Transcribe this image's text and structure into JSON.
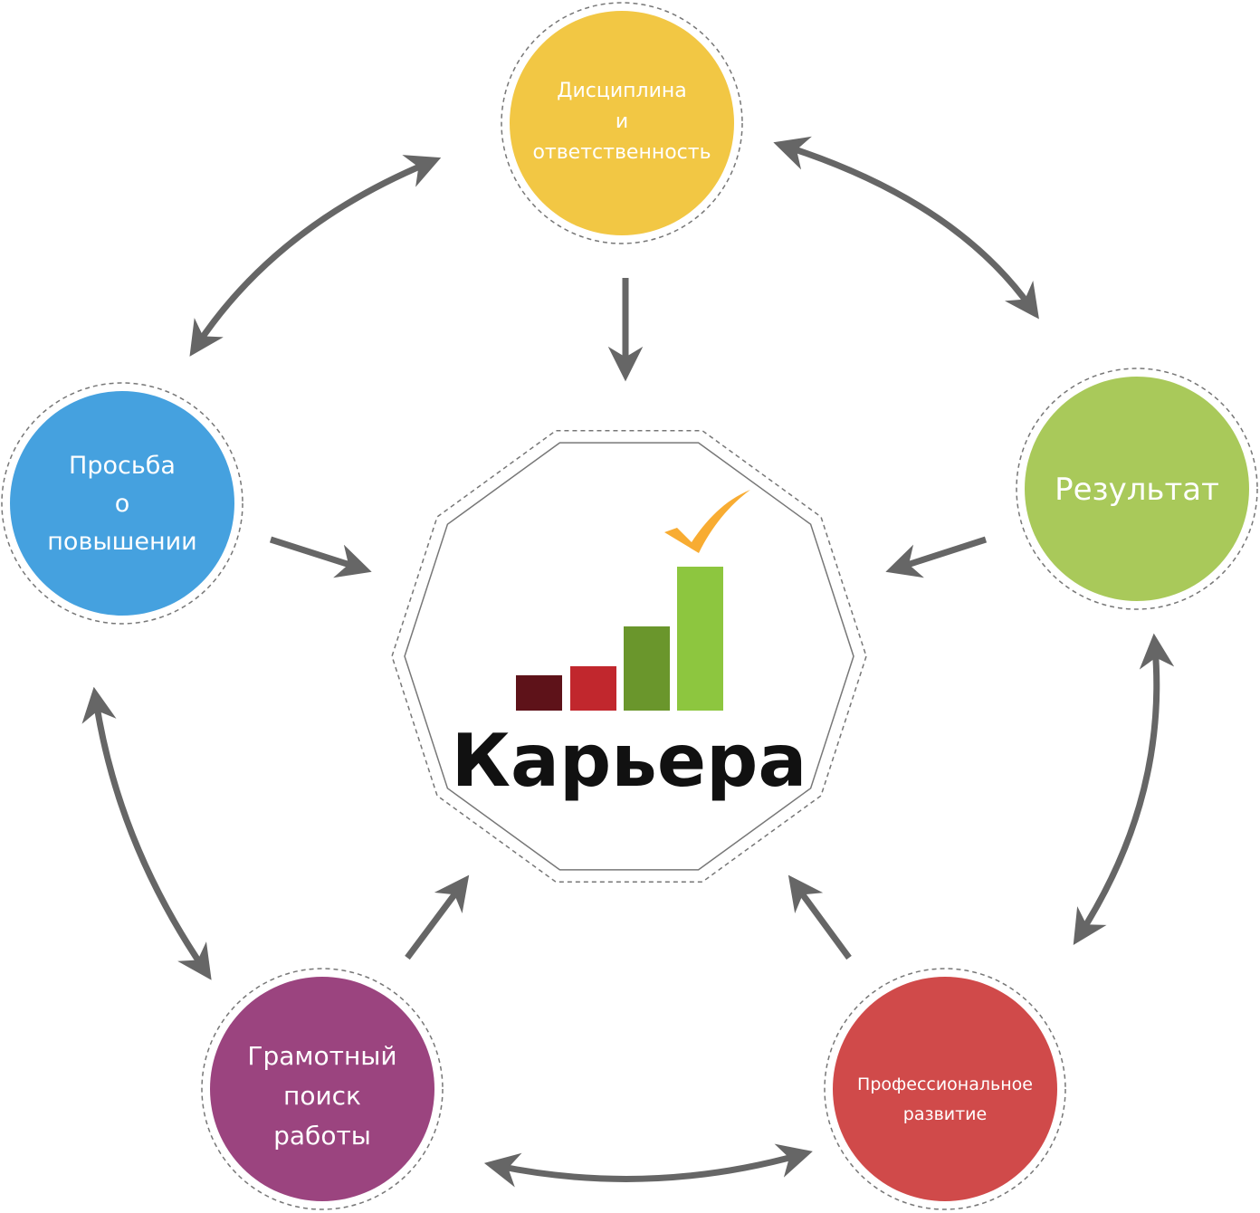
{
  "diagram": {
    "center": {
      "title": "Карьера",
      "bar_colors": [
        "#5e1219",
        "#c1272d",
        "#6a962c",
        "#8dc63f"
      ],
      "check_color": "#f8ac32",
      "outline_color": "#777777"
    },
    "arrow_color": "#666666",
    "nodes": [
      {
        "id": "discipline",
        "lines": [
          "Дисциплина",
          "и",
          "ответственность"
        ],
        "color": "#f2c744"
      },
      {
        "id": "result",
        "lines": [
          "Результат"
        ],
        "color": "#a9c95a"
      },
      {
        "id": "professional-development",
        "lines": [
          "Профессиональное",
          "развитие"
        ],
        "color": "#d04a4a"
      },
      {
        "id": "job-search",
        "lines": [
          "Грамотный",
          "поиск",
          "работы"
        ],
        "color": "#9b447f"
      },
      {
        "id": "promotion-request",
        "lines": [
          "Просьба",
          "о",
          "повышении"
        ],
        "color": "#45a1df"
      }
    ]
  }
}
